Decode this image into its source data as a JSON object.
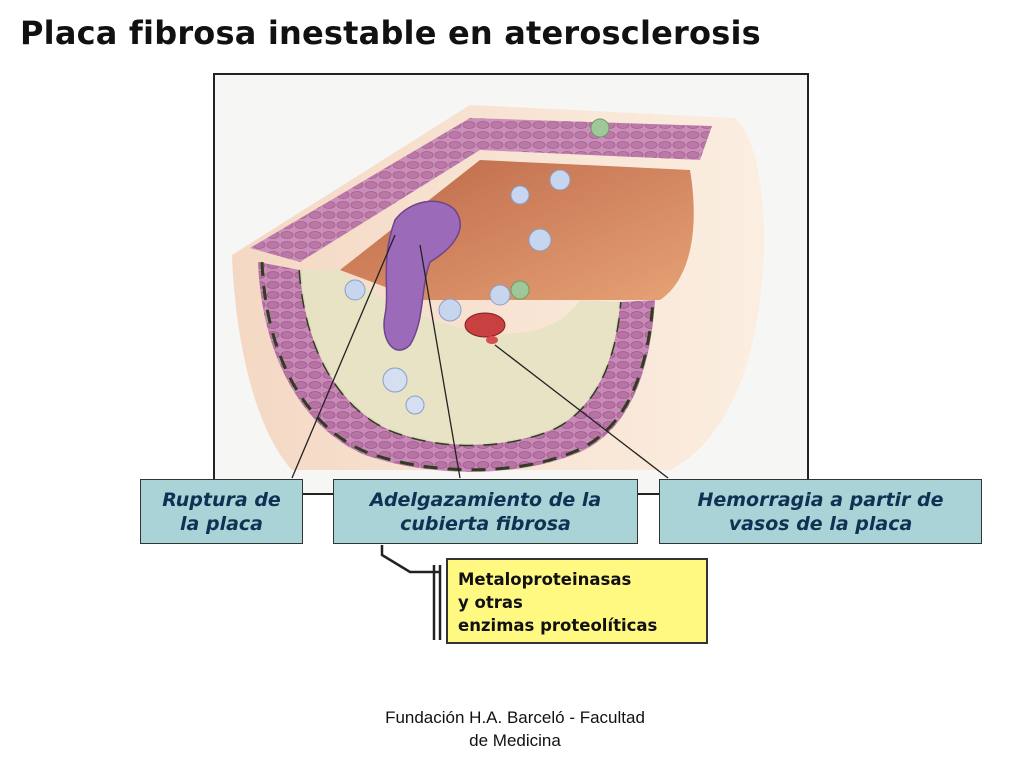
{
  "title": "Placa fibrosa inestable en aterosclerosis",
  "labels": {
    "ruptura": [
      "Ruptura de",
      "la placa"
    ],
    "adelgazamiento": [
      "Adelgazamiento de la",
      "cubierta fibrosa"
    ],
    "hemorragia": [
      "Hemorragia a partir de",
      "vasos de la placa"
    ]
  },
  "enzymes": [
    "Metaloproteinasas",
    "y otras",
    "enzimas proteolíticas"
  ],
  "footer": [
    "Fundación H.A. Barceló - Facultad",
    "de Medicina"
  ],
  "colors": {
    "label_fill": "#a9d3d6",
    "label_text": "#0f3153",
    "enzyme_fill": "#fff982",
    "muscle": "#c98ab8",
    "plaque": "#e7e3c4",
    "lumen": "#d77a4a"
  }
}
